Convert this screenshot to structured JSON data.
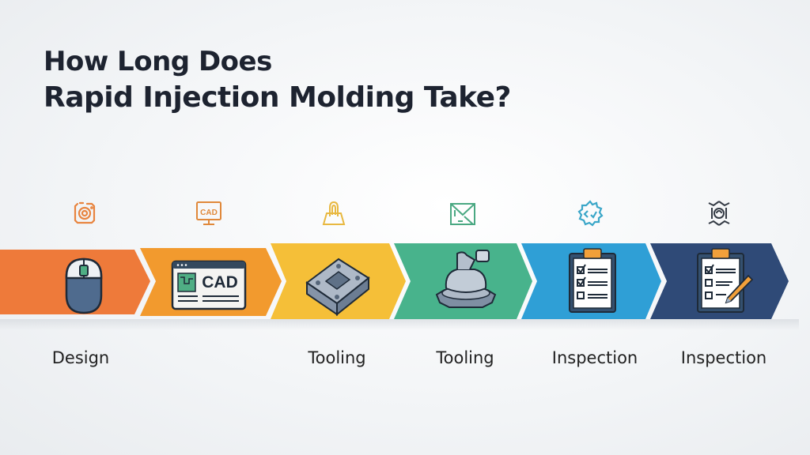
{
  "title": {
    "line1": "How Long Does",
    "line2": "Rapid Injection Molding Take?"
  },
  "colors": {
    "title": "#1d2330",
    "stages": [
      "#ee7a3a",
      "#f29a2e",
      "#f5bf38",
      "#48b38c",
      "#2f9fd6",
      "#2f4a77"
    ],
    "top_icons": [
      "#e8843f",
      "#e0883a",
      "#e8b840",
      "#4aa882",
      "#3aa6c8",
      "#333a44"
    ]
  },
  "stages": [
    {
      "top_icon": "camera-icon",
      "main_icon": "mouse-icon",
      "label": "Design"
    },
    {
      "top_icon": "cad-monitor-icon",
      "main_icon": "cad-window-icon",
      "label": "",
      "cad_text": "CAD",
      "top_cad_text": "CAD"
    },
    {
      "top_icon": "bag-icon",
      "main_icon": "mold-block-icon",
      "label": "Tooling"
    },
    {
      "top_icon": "envelope-tool-icon",
      "main_icon": "injection-machine-icon",
      "label": "Tooling"
    },
    {
      "top_icon": "gear-check-icon",
      "main_icon": "checklist-clipboard-icon",
      "label": "Inspection"
    },
    {
      "top_icon": "target-sensor-icon",
      "main_icon": "clipboard-pencil-icon",
      "label": "Inspection"
    }
  ]
}
